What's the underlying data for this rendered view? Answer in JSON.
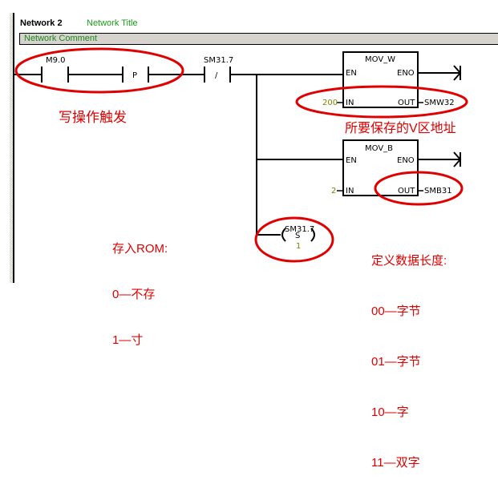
{
  "network": {
    "title": "Network 2",
    "subtitle": "Network Title",
    "comment": "Network Comment"
  },
  "rung": {
    "contact_m90": {
      "address": "M9.0",
      "type": "normally-open"
    },
    "pos_edge": {
      "label": "P",
      "type": "positive-transition"
    },
    "contact_sm317": {
      "address": "SM31.7",
      "symbol": "/",
      "type": "normally-closed"
    },
    "mov_w": {
      "name": "MOV_W",
      "en": "EN",
      "eno": "ENO",
      "in": "IN",
      "out": "OUT",
      "in_value": "200",
      "out_value": "SMW32"
    },
    "mov_b": {
      "name": "MOV_B",
      "en": "EN",
      "eno": "ENO",
      "in": "IN",
      "out": "OUT",
      "in_value": "2",
      "out_value": "SMB31"
    },
    "set_coil": {
      "address": "SM31.7",
      "op": "S",
      "count": "1"
    }
  },
  "annotations": {
    "write_trigger": "写操作触发",
    "v_address": "所要保存的V区地址",
    "rom_store": [
      "存入ROM:",
      "0—不存",
      "1—寸"
    ],
    "data_length": [
      "定义数据长度:",
      "00—字节",
      "01—字节",
      "10—字",
      "11—双字"
    ]
  },
  "colors": {
    "highlight": "#e00000",
    "comment_text": "#1a8a1a",
    "constant": "#808000"
  }
}
